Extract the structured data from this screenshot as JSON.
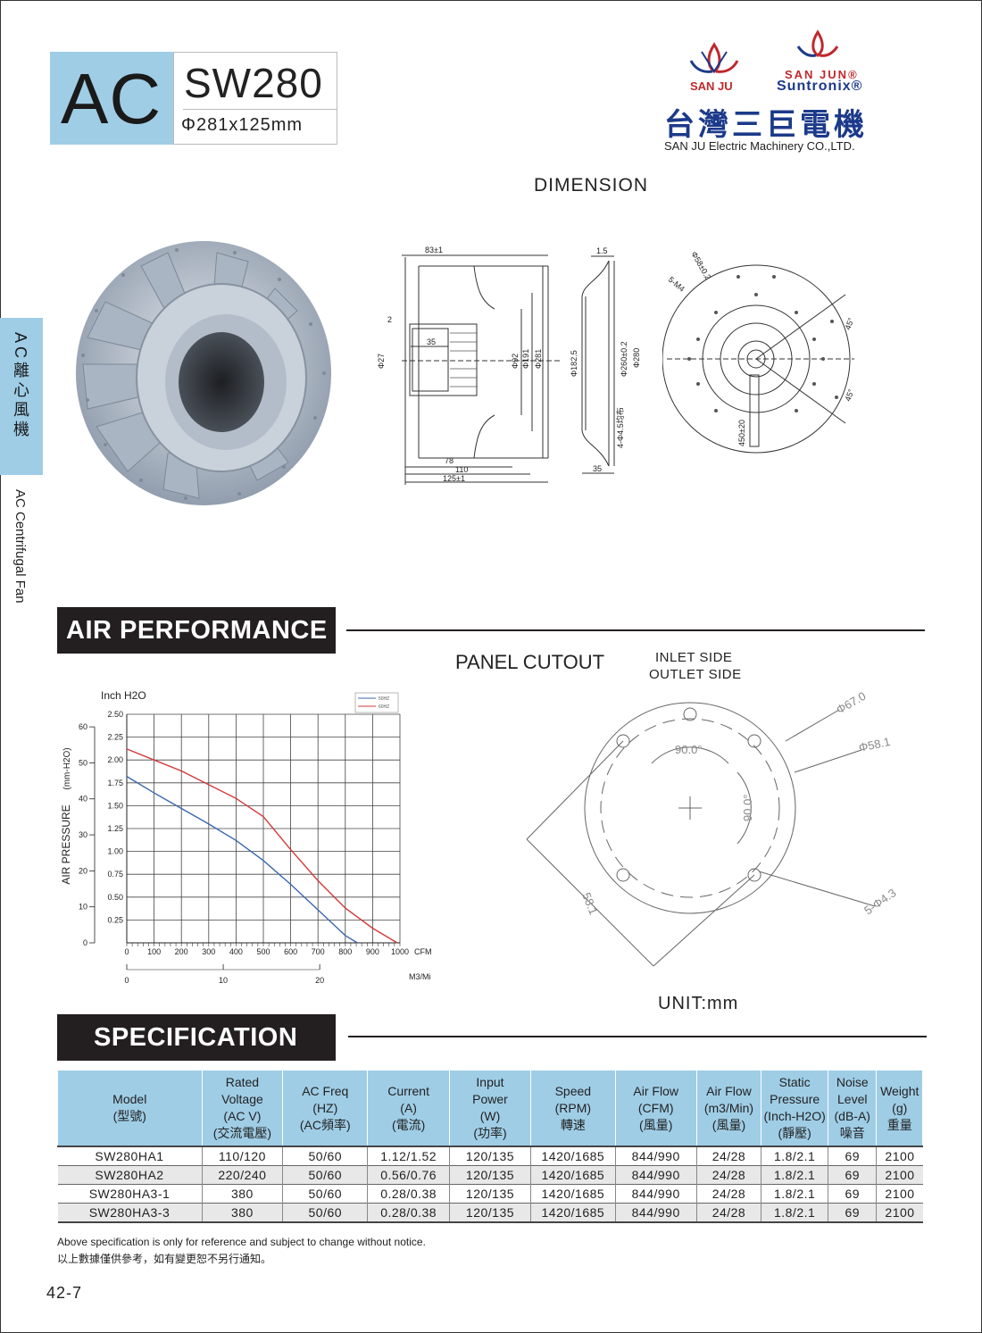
{
  "header": {
    "series": "AC",
    "model": "SW280",
    "dimension": "Φ281x125mm"
  },
  "logo": {
    "brand_left": "SAN JU",
    "brand_right_top": "SAN JUN",
    "brand_right": "Suntronix",
    "registered_mark": "®",
    "company_cn": "台灣三巨電機",
    "company_en": "SAN JU Electric  Machinery CO.,LTD."
  },
  "side": {
    "category_cn": "AC離心風機",
    "category_en": "AC Centrifugal Fan"
  },
  "dimension": {
    "title": "DIMENSION",
    "side_view": {
      "width_top": "83±1",
      "offset_2": "2",
      "shaft": "35",
      "d27": "Φ27",
      "d92": "Φ92",
      "d191": "Φ191",
      "d281": "Φ281",
      "w78": "78",
      "w110": "110",
      "w125": "125±1"
    },
    "ring_view": {
      "t15": "1.5",
      "d1825": "Φ182.5",
      "d260": "Φ260±0.2",
      "d280": "Φ280",
      "holes": "4-Φ4.5均布",
      "w35": "35"
    },
    "front_view": {
      "d58": "Φ58±0.2",
      "m4": "5-M4",
      "a45a": "45°",
      "a45b": "45°",
      "lead": "450±20"
    }
  },
  "sections": {
    "air_performance": "AIR PERFORMANCE",
    "specification": "SPECIFICATION"
  },
  "panel": {
    "title": "PANEL CUTOUT",
    "inlet": "INLET SIDE",
    "outlet": "OUTLET SIDE",
    "d67": "Φ67.0",
    "d58": "Φ58.1",
    "holes": "5-Φ4.3",
    "a90a": "90.0°",
    "a90b": "90.0°",
    "l58": "58.1",
    "unit": "UNIT:mm"
  },
  "chart_data": {
    "type": "line",
    "title": "",
    "xlabel": "CFM",
    "ylabel": "AIR PRESSURE",
    "y_right_unit": "Inch H2O",
    "y_left_unit": "(mm-H2O)",
    "x2_label": "M3/Mi",
    "xlim": [
      0,
      1000
    ],
    "ylim_inch": [
      0,
      2.5
    ],
    "x_ticks": [
      0,
      100,
      200,
      300,
      400,
      500,
      600,
      700,
      800,
      900,
      1000
    ],
    "y_inch_ticks": [
      "0.25",
      "0.50",
      "0.75",
      "1.00",
      "1.25",
      "1.50",
      "1.75",
      "2.00",
      "2.25",
      "2.50"
    ],
    "y_mm_ticks": [
      "0",
      "10",
      "20",
      "30",
      "40",
      "50",
      "60"
    ],
    "x2_ticks": [
      "0",
      "10",
      "20"
    ],
    "series": [
      {
        "name": "50HZ",
        "color": "#3a67b0",
        "x": [
          0,
          100,
          200,
          300,
          400,
          500,
          600,
          700,
          800,
          844
        ],
        "y": [
          1.82,
          1.64,
          1.47,
          1.3,
          1.12,
          0.9,
          0.64,
          0.36,
          0.08,
          0
        ]
      },
      {
        "name": "60HZ",
        "color": "#d23a3a",
        "x": [
          0,
          100,
          200,
          300,
          400,
          500,
          600,
          700,
          800,
          900,
          990
        ],
        "y": [
          2.12,
          2.0,
          1.88,
          1.73,
          1.58,
          1.38,
          1.02,
          0.68,
          0.38,
          0.16,
          0
        ]
      }
    ]
  },
  "table": {
    "headers": [
      [
        "Model",
        "(型號)"
      ],
      [
        "Rated",
        "Voltage",
        "(AC V)",
        "(交流電壓)"
      ],
      [
        "AC Freq",
        "(HZ)",
        "(AC頻率)"
      ],
      [
        "Current",
        "(A)",
        "(電流)"
      ],
      [
        "Input",
        "Power",
        "(W)",
        "(功率)"
      ],
      [
        "Speed",
        "(RPM)",
        "轉速"
      ],
      [
        "Air Flow",
        "(CFM)",
        "(風量)"
      ],
      [
        "Air Flow",
        "(m3/Min)",
        "(風量)"
      ],
      [
        "Static",
        "Pressure",
        "(Inch-H2O)",
        "(靜壓)"
      ],
      [
        "Noise",
        "Level",
        "(dB-A)",
        "噪音"
      ],
      [
        "Weight",
        "(g)",
        "重量"
      ]
    ],
    "rows": [
      [
        "SW280HA1",
        "110/120",
        "50/60",
        "1.12/1.52",
        "120/135",
        "1420/1685",
        "844/990",
        "24/28",
        "1.8/2.1",
        "69",
        "2100"
      ],
      [
        "SW280HA2",
        "220/240",
        "50/60",
        "0.56/0.76",
        "120/135",
        "1420/1685",
        "844/990",
        "24/28",
        "1.8/2.1",
        "69",
        "2100"
      ],
      [
        "SW280HA3-1",
        "380",
        "50/60",
        "0.28/0.38",
        "120/135",
        "1420/1685",
        "844/990",
        "24/28",
        "1.8/2.1",
        "69",
        "2100"
      ],
      [
        "SW280HA3-3",
        "380",
        "50/60",
        "0.28/0.38",
        "120/135",
        "1420/1685",
        "844/990",
        "24/28",
        "1.8/2.1",
        "69",
        "2100"
      ]
    ]
  },
  "notes": {
    "en": "Above specification is only for reference and subject to change without notice.",
    "cn": "以上數據僅供參考，如有變更恕不另行通知。"
  },
  "page_number": "42-7"
}
